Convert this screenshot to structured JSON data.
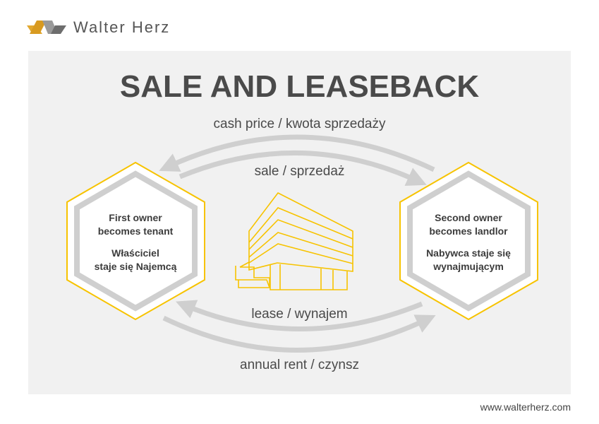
{
  "brand": {
    "name": "Walter Herz",
    "url": "www.walterherz.com"
  },
  "title": "SALE AND LEASEBACK",
  "labels": {
    "cash": "cash price / kwota sprzedaży",
    "sale": "sale / sprzedaż",
    "lease": "lease / wynajem",
    "rent": "annual rent / czynsz"
  },
  "left": {
    "line1": "First owner",
    "line2": "becomes tenant",
    "line3": "Właściciel",
    "line4": "staje się Najemcą"
  },
  "right": {
    "line1": "Second owner",
    "line2": "becomes landlor",
    "line3": "Nabywca staje się",
    "line4": "wynajmującym"
  },
  "colors": {
    "accent": "#f7c300",
    "arrow": "#cfcfcf",
    "panel": "#f1f1f1"
  }
}
